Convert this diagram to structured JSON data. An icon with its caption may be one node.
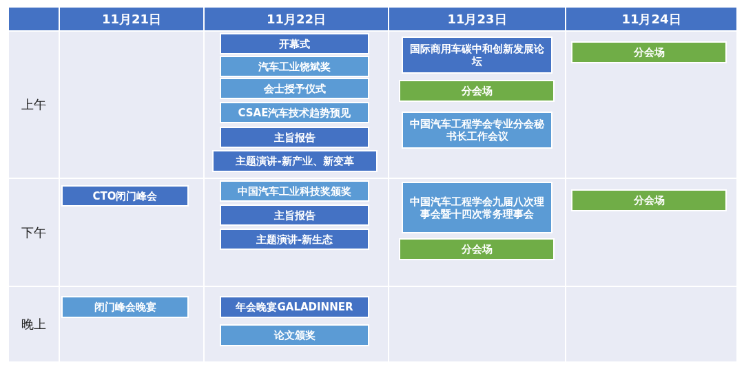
{
  "diagram": {
    "nodes": [
      {
        "text": [
          "开幕式"
        ]
      },
      {
        "text": [
          "汽车工业饶斌奖"
        ]
      },
      {
        "text": [
          "会士授予仪式"
        ]
      },
      {
        "text": [
          "CSAE汽车技术趋势预见"
        ]
      },
      {
        "text": [
          "主旨报告"
        ]
      },
      {
        "text": [
          "主题演讲-新产业、新变革"
        ]
      },
      {
        "text": [
          "国际商用车碳中和创新发展论坛"
        ]
      },
      {
        "text": [
          "分会场"
        ]
      },
      {
        "text": [
          "中国汽车工程学会专业分会秘书长工作会议"
        ]
      },
      {
        "text": [
          "分会场"
        ]
      },
      {
        "text": [
          "CTO闭门峰会"
        ]
      },
      {
        "text": [
          "中国汽车工业科技奖颁奖"
        ]
      },
      {
        "text": [
          "主旨报告"
        ]
      },
      {
        "text": [
          "主题演讲-新生态"
        ]
      },
      {
        "text": [
          "中国汽车工程学会九届八次理事会暨十四次常务理事会"
        ]
      },
      {
        "text": [
          "分会场"
        ]
      },
      {
        "text": [
          "分会场"
        ]
      },
      {
        "text": [
          "闭门峰会晚宴"
        ]
      },
      {
        "text": [
          "年会晚宴GALADINNER"
        ]
      },
      {
        "text": [
          "论文颁奖"
        ]
      }
    ],
    "labels": [
      "11月21日",
      "11月22日",
      "11月23日",
      "11月24日",
      "上午",
      "下午",
      "晚上"
    ]
  }
}
